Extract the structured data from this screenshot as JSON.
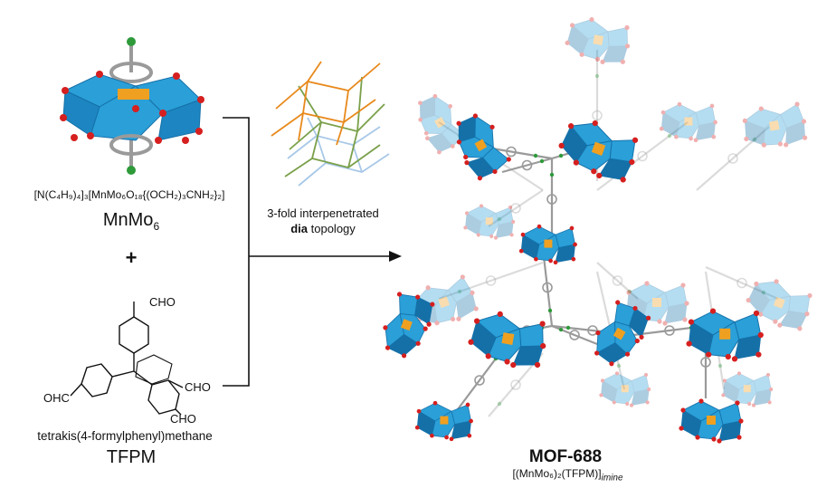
{
  "cluster": {
    "formula": "[N(C₄H₉)₄]₃[MnMo₆O₁₈{(OCH₂)₃CNH₂}₂]",
    "short_name_base": "MnMo",
    "short_name_sub": "6"
  },
  "plus_sign": "+",
  "topology": {
    "line1": "3-fold interpenetrated",
    "line2_bold": "dia",
    "line2_rest": " topology"
  },
  "linker": {
    "label_top": "CHO",
    "label_left": "OHC",
    "label_right": "CHO",
    "label_bottom": "CHO",
    "full_name": "tetrakis(4-formylphenyl)methane",
    "short_name": "TFPM"
  },
  "product": {
    "name": "MOF-688",
    "formula": "[(MnMo₆)₂(TFPM)]",
    "formula_sub": "imine"
  },
  "colors": {
    "polyhedra": "#2a9fd8",
    "polyhedra_dark": "#1570a8",
    "center": "#f0a020",
    "oxygen": "#d61f1f",
    "bond": "#9a9a9a",
    "nitrogen": "#2e9a3a",
    "net_orange": "#e8891c",
    "net_green": "#7aa04a",
    "net_blue": "#a8c8e8"
  }
}
